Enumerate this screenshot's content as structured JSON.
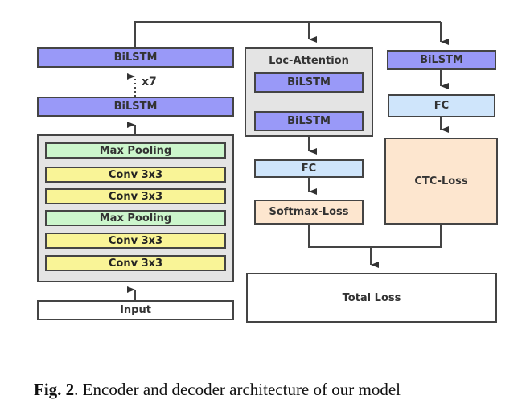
{
  "figure": {
    "encoder": {
      "repeat_label": "x7",
      "top_bilstm": "BiLSTM",
      "bottom_bilstm": "BiLSTM",
      "cnn_layers": [
        "Max Pooling",
        "Conv 3x3",
        "Conv 3x3",
        "Max Pooling",
        "Conv 3x3",
        "Conv 3x3"
      ],
      "input": "Input"
    },
    "attention_branch": {
      "title": "Loc-Attention",
      "layers": [
        "BiLSTM",
        "BiLSTM"
      ],
      "fc": "FC",
      "loss": "Softmax-Loss"
    },
    "ctc_branch": {
      "bilstm": "BiLSTM",
      "fc": "FC",
      "loss": "CTC-Loss"
    },
    "total": "Total Loss"
  },
  "colors": {
    "bilstm": "#9999f8",
    "pooling": "#ccf6cc",
    "conv": "#f9f497",
    "fc": "#cfe5fb",
    "loss": "#fde6cf",
    "container": "#e4e4e4",
    "stroke": "#444444"
  },
  "caption": {
    "label": "Fig. 2",
    "text": ". Encoder and decoder architecture of our model"
  }
}
